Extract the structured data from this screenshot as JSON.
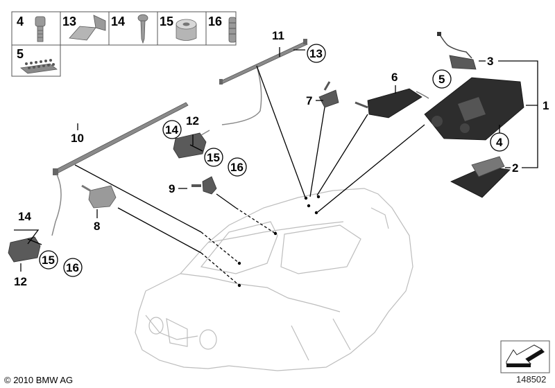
{
  "diagram": {
    "title": "Interior lighting parts diagram",
    "copyright": "© 2010 BMW AG",
    "image_number": "148502",
    "legend_grid": {
      "cells": [
        {
          "label": "4",
          "part": "screw"
        },
        {
          "label": "13",
          "part": "clip"
        },
        {
          "label": "14",
          "part": "tapping-screw"
        },
        {
          "label": "15",
          "part": "spacer-ring"
        },
        {
          "label": "16",
          "part": "grommet"
        },
        {
          "label": "5",
          "part": "clip-set"
        }
      ]
    },
    "callouts": [
      {
        "id": "c1",
        "label": "1",
        "circled": false
      },
      {
        "id": "c2",
        "label": "2",
        "circled": false
      },
      {
        "id": "c3",
        "label": "3",
        "circled": false
      },
      {
        "id": "c4",
        "label": "4",
        "circled": true
      },
      {
        "id": "c5",
        "label": "5",
        "circled": true
      },
      {
        "id": "c6",
        "label": "6",
        "circled": false
      },
      {
        "id": "c7",
        "label": "7",
        "circled": false
      },
      {
        "id": "c8",
        "label": "8",
        "circled": false
      },
      {
        "id": "c9",
        "label": "9",
        "circled": false
      },
      {
        "id": "c10",
        "label": "10",
        "circled": false
      },
      {
        "id": "c11",
        "label": "11",
        "circled": false
      },
      {
        "id": "c12a",
        "label": "12",
        "circled": false
      },
      {
        "id": "c12b",
        "label": "12",
        "circled": false
      },
      {
        "id": "c13",
        "label": "13",
        "circled": true
      },
      {
        "id": "c14a",
        "label": "14",
        "circled": true
      },
      {
        "id": "c14b",
        "label": "14",
        "circled": false
      },
      {
        "id": "c15a",
        "label": "15",
        "circled": true
      },
      {
        "id": "c15b",
        "label": "15",
        "circled": true
      },
      {
        "id": "c16a",
        "label": "16",
        "circled": true
      },
      {
        "id": "c16b",
        "label": "16",
        "circled": true
      }
    ]
  }
}
